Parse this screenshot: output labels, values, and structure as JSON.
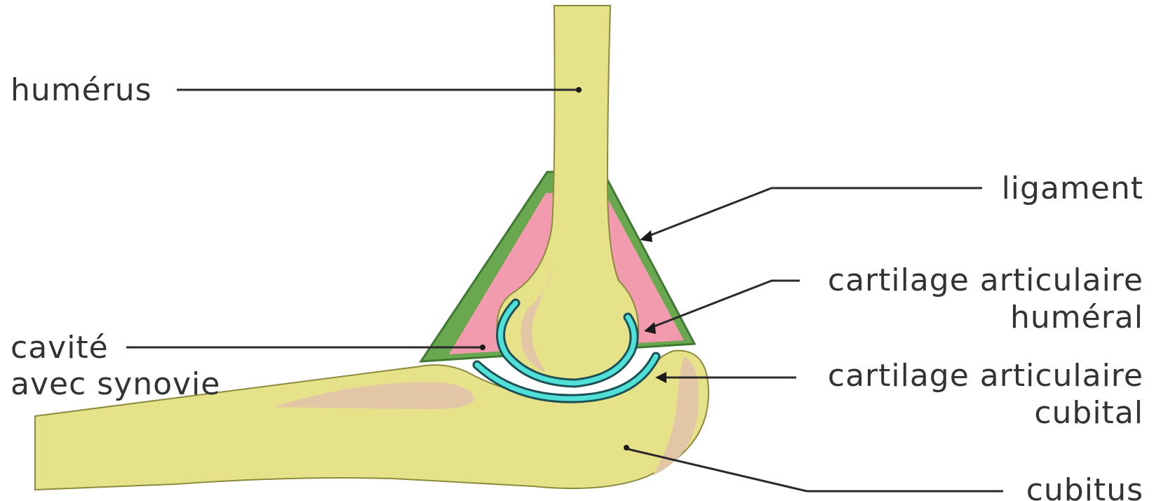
{
  "colors": {
    "bone": "#e6e28a",
    "bone_outline": "#8c8a3c",
    "marrow": "#e2c6a6",
    "synovial_cavity": "#f29aae",
    "ligament": "#6aa84f",
    "ligament_dark": "#3f7a32",
    "cartilage": "#4fe0d8",
    "leader_line": "#2a2a2a",
    "label_text": "#333333"
  },
  "labels": {
    "humerus": "humérus",
    "ligament": "ligament",
    "cartilage_humeral_line1": "cartilage articulaire",
    "cartilage_humeral_line2": "huméral",
    "cavity_line1": "cavité",
    "cavity_line2": "avec synovie",
    "cartilage_cubital_line1": "cartilage articulaire",
    "cartilage_cubital_line2": "cubital",
    "cubitus": "cubitus"
  }
}
